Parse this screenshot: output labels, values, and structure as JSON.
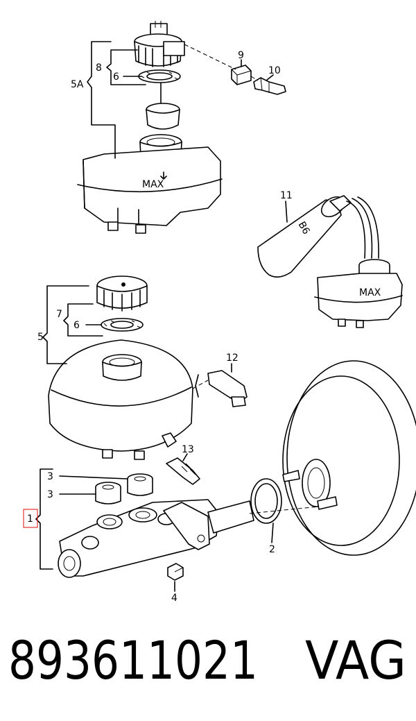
{
  "callouts": {
    "c1": "1",
    "c2": "2",
    "c3a": "3",
    "c3b": "3",
    "c4": "4",
    "c5": "5",
    "c5a": "5A",
    "c6a": "6",
    "c6b": "6",
    "c7": "7",
    "c8": "8",
    "c9": "9",
    "c10": "10",
    "c11": "11",
    "c12": "12",
    "c13": "13"
  },
  "reservoir": {
    "max_mark": "MAX"
  },
  "mini_reservoir": {
    "max_mark": "MAX"
  },
  "bottle": {
    "label": "B6"
  },
  "footer": {
    "part_number": "893611021",
    "brand": "VAG"
  }
}
